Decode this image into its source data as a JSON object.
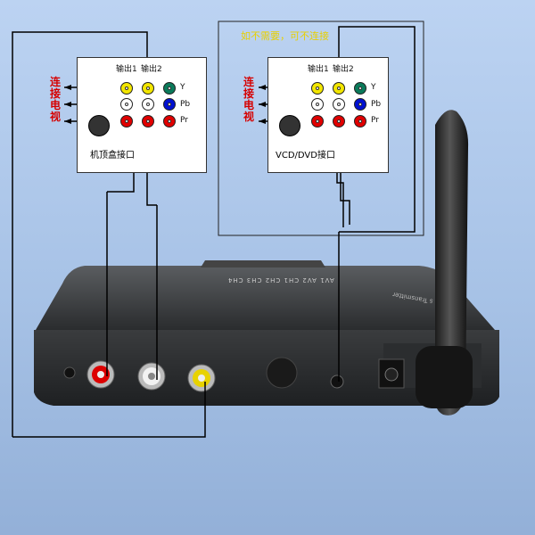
{
  "stb_panel": {
    "out1_label": "输出1",
    "out2_label": "输出2",
    "y_label": "Y",
    "pb_label": "Pb",
    "pr_label": "Pr",
    "caption": "机顶盒接口",
    "tv_label_chars": [
      "连",
      "接",
      "电",
      "视"
    ]
  },
  "dvd_panel": {
    "note": "如不需要，可不连接",
    "out1_label": "输出1",
    "out2_label": "输出2",
    "y_label": "Y",
    "pb_label": "Pb",
    "pr_label": "Pr",
    "caption": "VCD/DVD接口",
    "tv_label_chars": [
      "连",
      "接",
      "电",
      "视"
    ]
  },
  "device": {
    "port_labels": "AV1 AV2 CH1 CH2 CH3 CH4",
    "brand_text": "s Transmitter"
  },
  "colors": {
    "yellow": "#f2e600",
    "white": "#ffffff",
    "red": "#e10000",
    "green": "#0a7a5a",
    "blue": "#0010d0",
    "tv_label": "#d60000",
    "note": "#e8d000"
  }
}
